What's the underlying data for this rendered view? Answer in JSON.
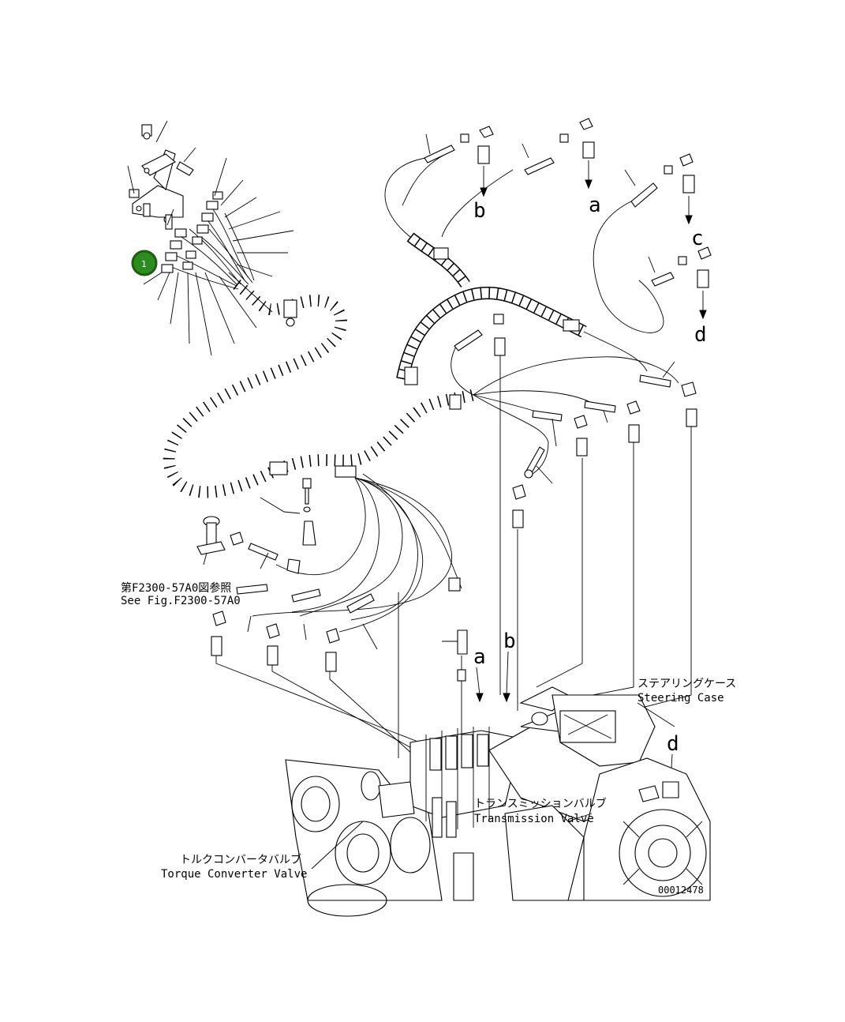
{
  "callout": {
    "number": "1",
    "color": "#2e8b1f",
    "ring_color": "#1f5d14",
    "text_color": "#ffffff"
  },
  "letters": {
    "a": "a",
    "b": "b",
    "c": "c",
    "d": "d"
  },
  "labels": {
    "see_fig_jp": "第F2300-57A0図参照",
    "see_fig_en": "See Fig.F2300-57A0",
    "steering_jp": "ステアリングケース",
    "steering_en": "Steering Case",
    "transmission_jp": "トランスミッションバルブ",
    "transmission_en": "Transmission Valve",
    "torque_jp": "トルクコンバータバルブ",
    "torque_en": "Torque Converter Valve",
    "drawing_no": "00012478"
  }
}
